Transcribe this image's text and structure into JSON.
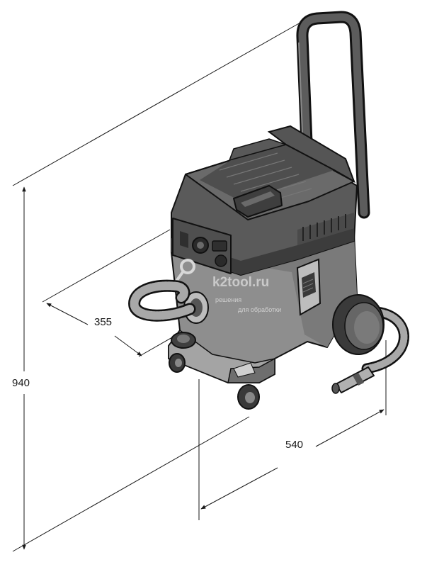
{
  "dimensions": {
    "height": "940",
    "depth": "355",
    "width": "540"
  },
  "watermark": {
    "brand": "k2tool.ru",
    "tagline_1": "решения",
    "tagline_2": "для обработки"
  },
  "colors": {
    "body_dark": "#4a4a4a",
    "body_mid": "#8c8c8c",
    "body_light": "#b5b5b5",
    "outline": "#111111",
    "line": "#1a1a1a"
  }
}
